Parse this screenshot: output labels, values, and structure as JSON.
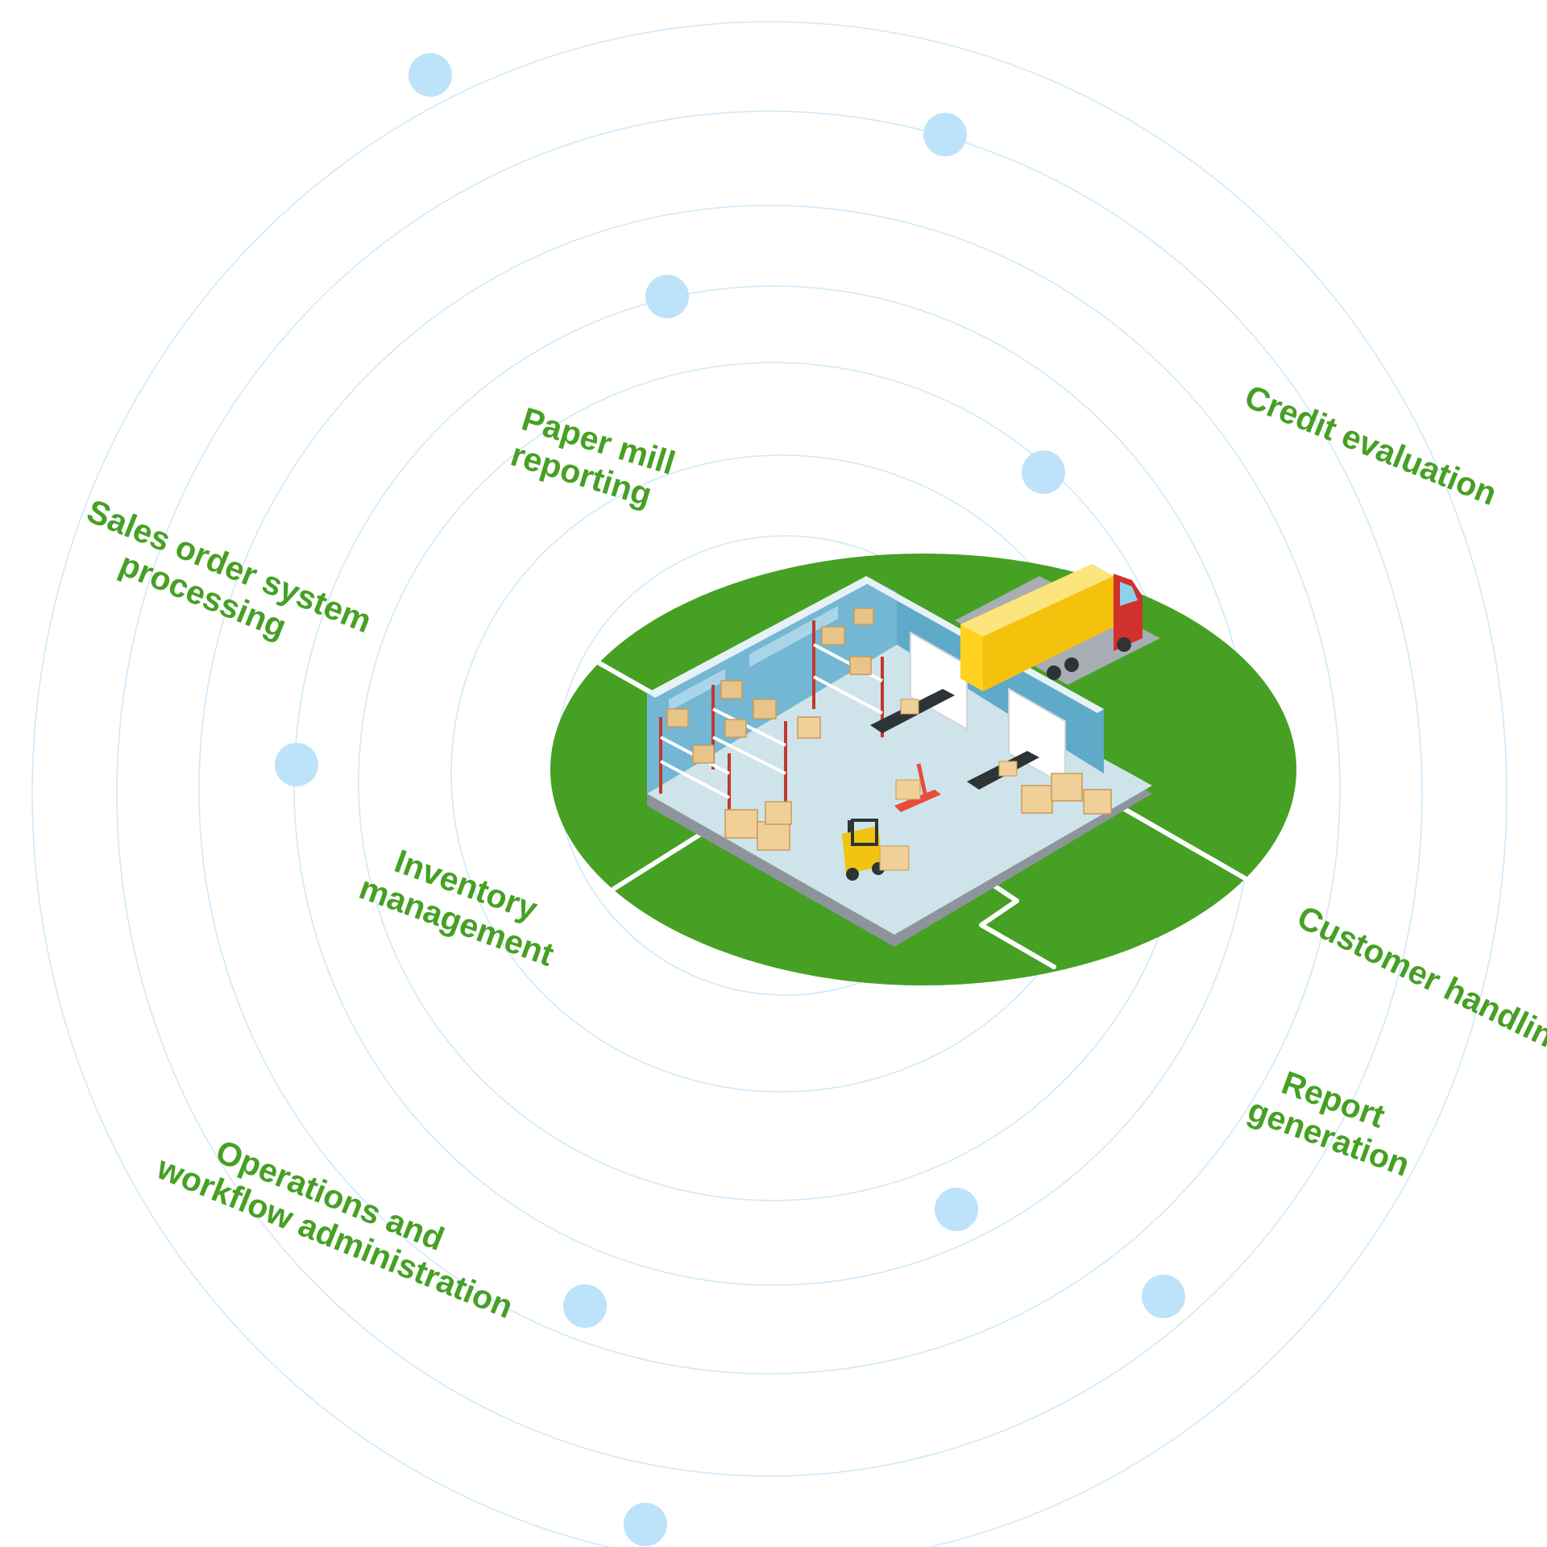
{
  "diagram": {
    "ring_color": "#cfe9fb",
    "node_color": "#bde3fb",
    "ground_color": "#46a023",
    "label_color": "#46a024",
    "labels": [
      {
        "id": "paper-mill-reporting",
        "lines": [
          "Paper mill",
          "reporting"
        ]
      },
      {
        "id": "credit-evaluation",
        "lines": [
          "Credit evaluation"
        ]
      },
      {
        "id": "sales-order-system-processing",
        "lines": [
          "Sales order system",
          "processing"
        ]
      },
      {
        "id": "inventory-management",
        "lines": [
          "Inventory",
          "management"
        ]
      },
      {
        "id": "customer-handling",
        "lines": [
          "Customer handling"
        ]
      },
      {
        "id": "report-generation",
        "lines": [
          "Report",
          "generation"
        ]
      },
      {
        "id": "operations-and-workflow-administration",
        "lines": [
          "Operations and",
          "workflow administration"
        ]
      }
    ]
  }
}
